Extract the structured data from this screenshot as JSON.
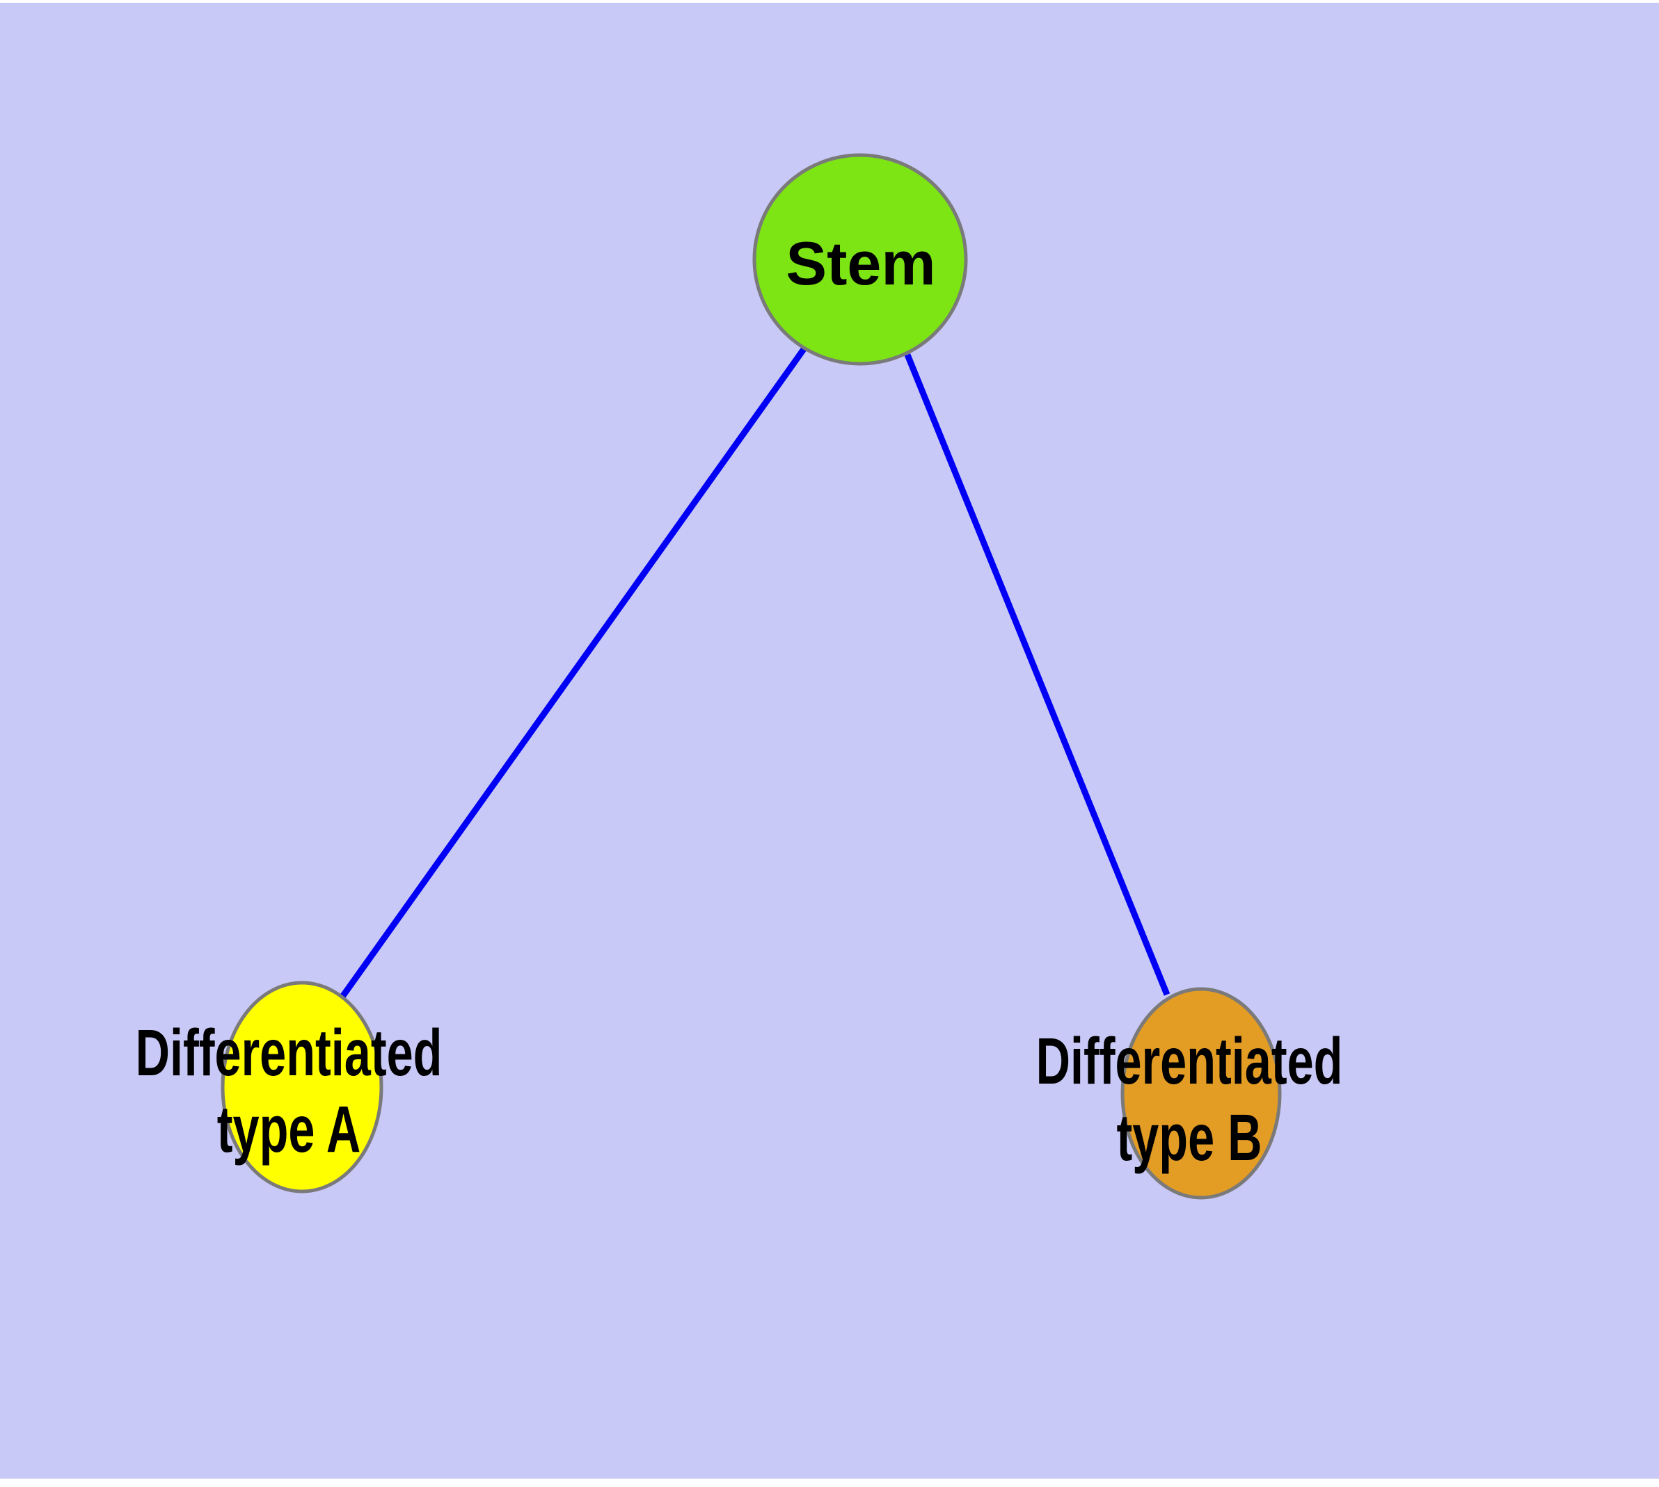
{
  "diagram": {
    "type": "node-link-diagram",
    "background_color": "#c9c9f8",
    "edge_color": "#0000f5",
    "node_border_color": "#7a7a7a",
    "text_color": "#000000",
    "nodes": [
      {
        "id": "stem",
        "label": "Stem",
        "fill": "#7de513"
      },
      {
        "id": "differentiated-type-a",
        "label": "Differentiated\ntype A",
        "fill": "#ffff00"
      },
      {
        "id": "differentiated-type-b",
        "label": "Differentiated\ntype B",
        "fill": "#e39c24"
      }
    ],
    "edges": [
      {
        "from": "stem",
        "to": "differentiated-type-a"
      },
      {
        "from": "stem",
        "to": "differentiated-type-b"
      }
    ]
  }
}
